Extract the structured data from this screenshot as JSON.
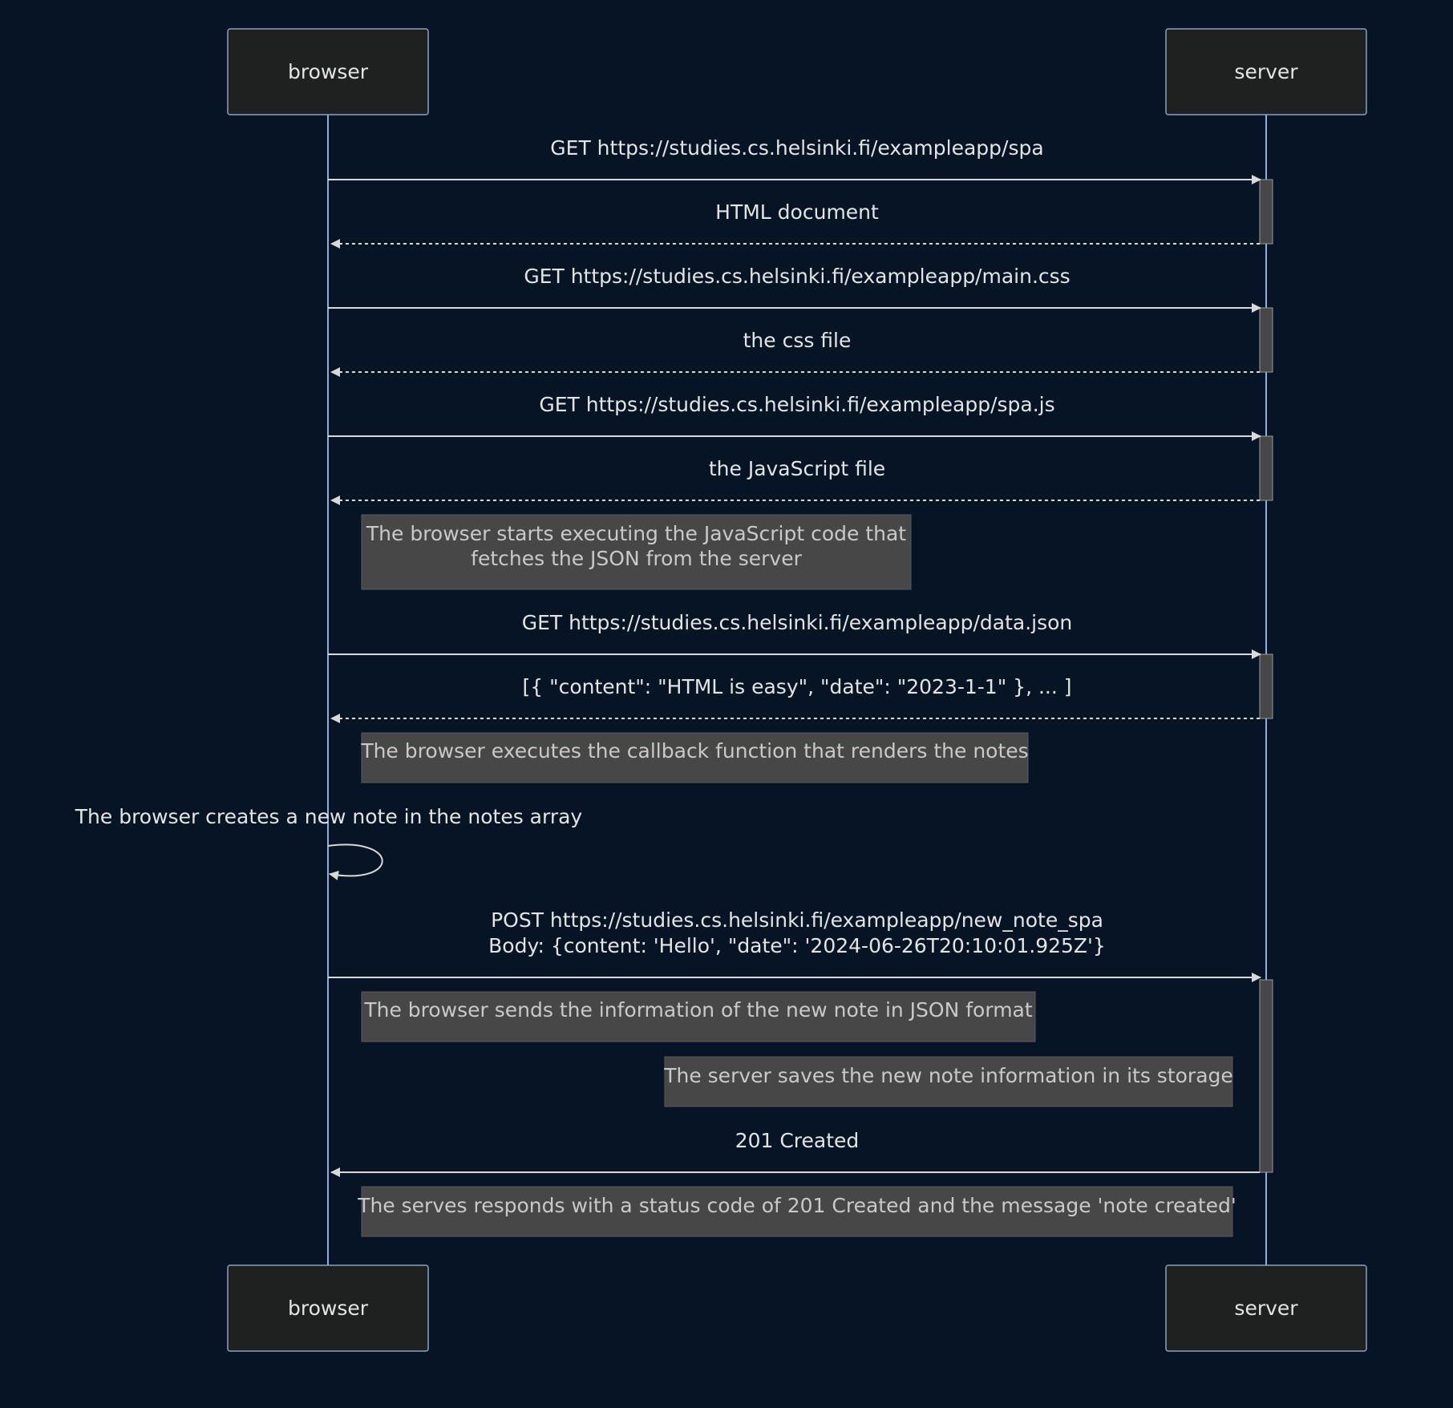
{
  "participants": [
    {
      "id": "browser",
      "label": "browser"
    },
    {
      "id": "server",
      "label": "server"
    }
  ],
  "steps": [
    {
      "kind": "message",
      "from": "browser",
      "to": "server",
      "style": "solid",
      "lines": [
        "GET https://studies.cs.helsinki.fi/exampleapp/spa"
      ]
    },
    {
      "kind": "message",
      "from": "server",
      "to": "browser",
      "style": "dashed",
      "lines": [
        "HTML document"
      ]
    },
    {
      "kind": "message",
      "from": "browser",
      "to": "server",
      "style": "solid",
      "lines": [
        "GET https://studies.cs.helsinki.fi/exampleapp/main.css"
      ]
    },
    {
      "kind": "message",
      "from": "server",
      "to": "browser",
      "style": "dashed",
      "lines": [
        "the css file"
      ]
    },
    {
      "kind": "message",
      "from": "browser",
      "to": "server",
      "style": "solid",
      "lines": [
        "GET https://studies.cs.helsinki.fi/exampleapp/spa.js"
      ]
    },
    {
      "kind": "message",
      "from": "server",
      "to": "browser",
      "style": "dashed",
      "lines": [
        "the JavaScript file"
      ]
    },
    {
      "kind": "note",
      "lines": [
        "The browser starts executing the JavaScript code that",
        "fetches the JSON from the server"
      ]
    },
    {
      "kind": "message",
      "from": "browser",
      "to": "server",
      "style": "solid",
      "lines": [
        "GET https://studies.cs.helsinki.fi/exampleapp/data.json"
      ]
    },
    {
      "kind": "message",
      "from": "server",
      "to": "browser",
      "style": "dashed",
      "lines": [
        "[{ \"content\": \"HTML is easy\", \"date\": \"2023-1-1\" }, ... ]"
      ]
    },
    {
      "kind": "note",
      "lines": [
        "The browser executes the callback function that renders the notes"
      ]
    },
    {
      "kind": "self",
      "from": "browser",
      "lines": [
        "The browser creates a new note in the notes array"
      ]
    },
    {
      "kind": "message",
      "from": "browser",
      "to": "server",
      "style": "solid",
      "lines": [
        "POST https://studies.cs.helsinki.fi/exampleapp/new_note_spa",
        "Body: {content: 'Hello', \"date\": '2024-06-26T20:10:01.925Z'}"
      ]
    },
    {
      "kind": "note",
      "lines": [
        "The browser sends the information of the new note in JSON format"
      ]
    },
    {
      "kind": "note",
      "lines": [
        "The server saves the new note information in its storage"
      ]
    },
    {
      "kind": "message",
      "from": "server",
      "to": "browser",
      "style": "solid",
      "lines": [
        "201 Created"
      ]
    },
    {
      "kind": "note",
      "lines": [
        "The serves responds with a status code of 201 Created and the message 'note created'"
      ]
    }
  ],
  "colors": {
    "background": "#061426",
    "actor_fill": "#1f2020",
    "actor_border": "#8aa1c4",
    "lifeline": "#8fb0dc",
    "arrow": "#d9d9d9",
    "text": "#e4e4e4",
    "note_fill": "#474747",
    "note_text": "#c9c9c9",
    "activation_fill": "#474747",
    "activation_border": "#9a9a9a"
  }
}
